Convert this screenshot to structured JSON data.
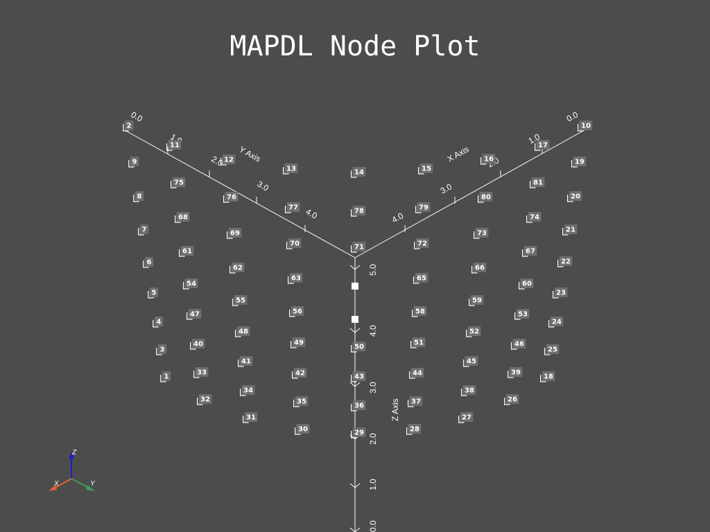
{
  "window": {
    "title": "MAPDL Node Plot"
  },
  "colors": {
    "background": "#4c4c4c",
    "label_box": "#6e6e6e",
    "triad_x": "#e8603c",
    "triad_y": "#3c9c5c",
    "triad_z": "#1e1ec8"
  },
  "axes": {
    "x": {
      "title": "X Axis",
      "ticks": [
        "0.0",
        "1.0",
        "2.0",
        "3.0",
        "4.0"
      ]
    },
    "y": {
      "title": "Y Axis",
      "ticks": [
        "0.0",
        "1.0",
        "2.0",
        "3.0",
        "4.0"
      ]
    },
    "z": {
      "title": "Z Axis",
      "ticks": [
        "5.0",
        "4.0",
        "3.0",
        "2.0",
        "1.0",
        "0.0"
      ]
    }
  },
  "triad": {
    "x": "X",
    "y": "Y",
    "z": "Z"
  },
  "nodes": [
    "2",
    "10",
    "11",
    "17",
    "9",
    "19",
    "12",
    "16",
    "13",
    "14",
    "15",
    "75",
    "81",
    "8",
    "20",
    "76",
    "80",
    "77",
    "78",
    "79",
    "68",
    "74",
    "69",
    "73",
    "7",
    "21",
    "70",
    "71",
    "72",
    "61",
    "67",
    "6",
    "22",
    "62",
    "66",
    "63",
    "65",
    "54",
    "60",
    "5",
    "23",
    "55",
    "59",
    "47",
    "53",
    "56",
    "58",
    "4",
    "24",
    "48",
    "52",
    "40",
    "46",
    "49",
    "51",
    "3",
    "50",
    "25",
    "33",
    "39",
    "41",
    "45",
    "1",
    "18",
    "42",
    "43",
    "44",
    "32",
    "38",
    "34",
    "26",
    "35",
    "36",
    "37",
    "31",
    "27",
    "30",
    "29",
    "28"
  ]
}
